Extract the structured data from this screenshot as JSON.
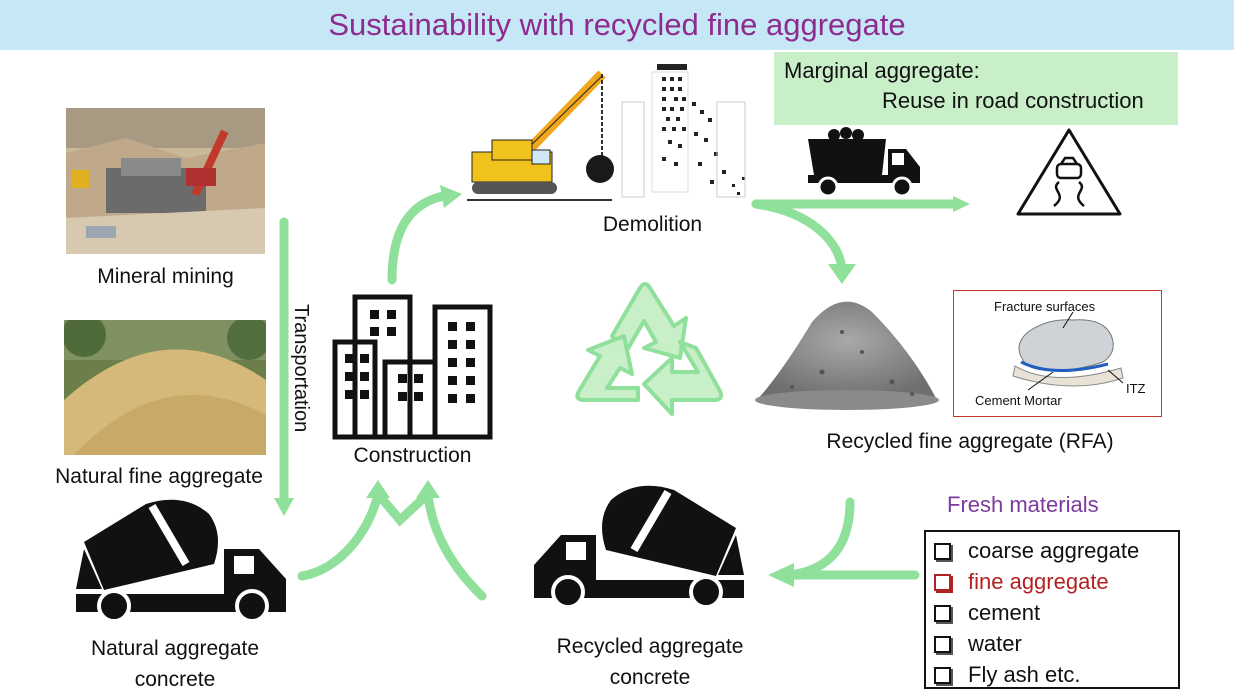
{
  "title": "Sustainability with recycled fine aggregate",
  "labels": {
    "mineral_mining": "Mineral mining",
    "natural_fine_aggregate": "Natural fine aggregate",
    "transportation": "Transportation",
    "construction": "Construction",
    "demolition": "Demolition",
    "rfa": "Recycled fine aggregate (RFA)",
    "natural_concrete_1": "Natural aggregate",
    "natural_concrete_2": "concrete",
    "recycled_concrete_1": "Recycled aggregate",
    "recycled_concrete_2": "concrete"
  },
  "marginal": {
    "line1": "Marginal aggregate:",
    "line2": "Reuse in road construction"
  },
  "inset": {
    "fracture": "Fracture surfaces",
    "mortar": "Cement Mortar",
    "itz": "ITZ"
  },
  "fresh": {
    "title": "Fresh materials",
    "items": [
      "coarse aggregate",
      "fine aggregate",
      "cement",
      "water",
      "Fly ash etc."
    ]
  },
  "colors": {
    "arrow": "#8ee09a",
    "title": "#8e2b8e",
    "title_bar": "#c5e7f6",
    "highlight": "#b22222"
  }
}
